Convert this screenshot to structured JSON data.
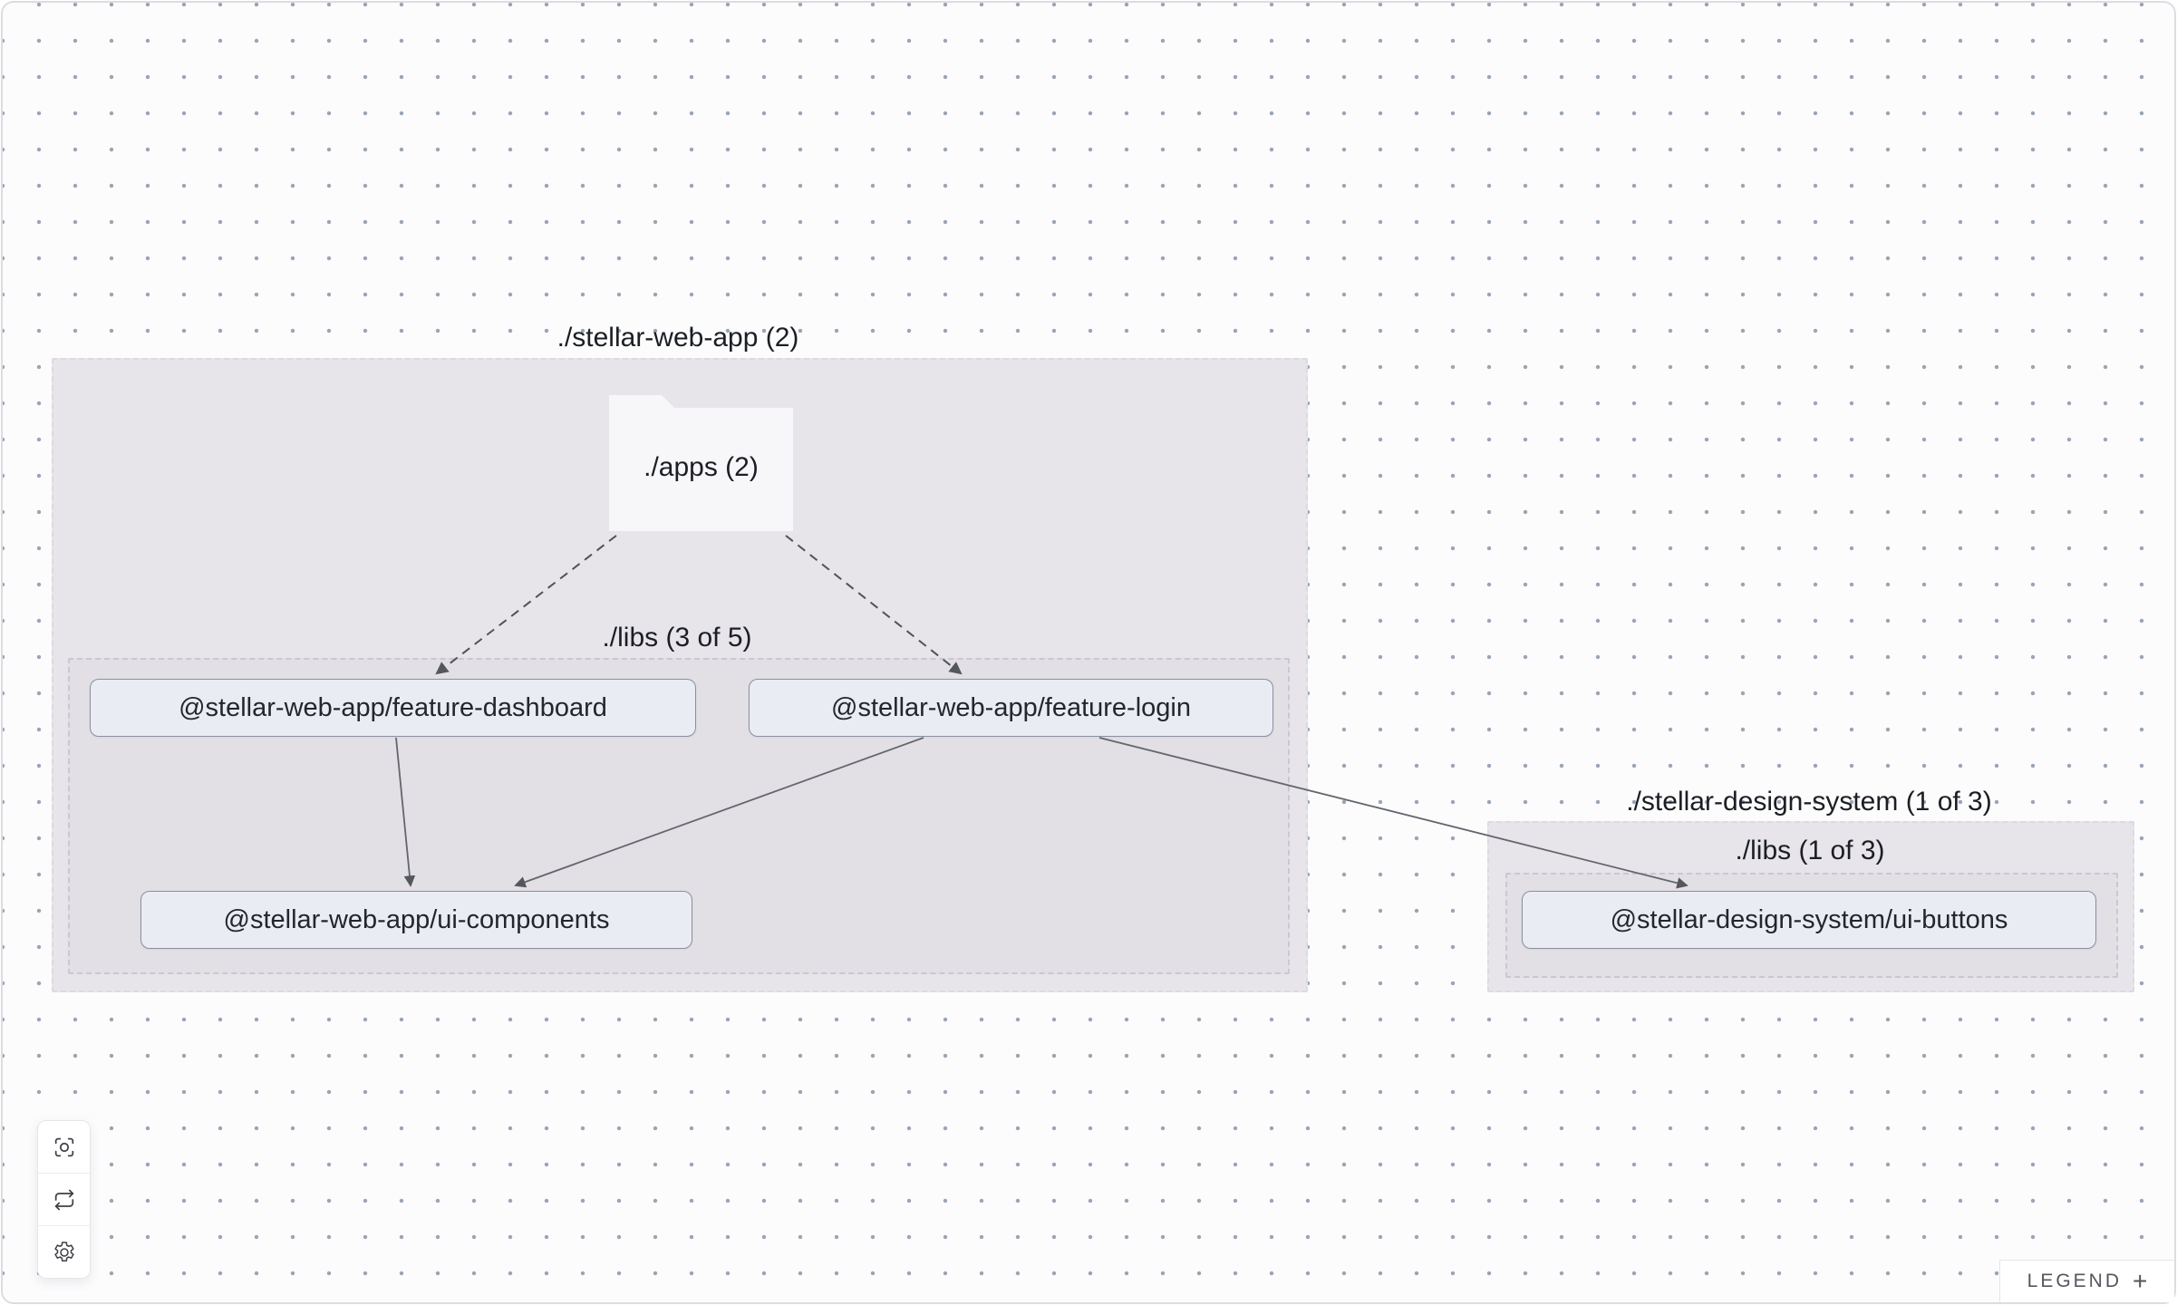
{
  "graph": {
    "groups": {
      "stellar_web_app": {
        "label": "./stellar-web-app (2)"
      },
      "libs_left": {
        "label": "./libs (3 of 5)"
      },
      "stellar_design_system": {
        "label": "./stellar-design-system (1 of 3)"
      },
      "libs_right": {
        "label": "./libs (1 of 3)"
      }
    },
    "folder_apps": {
      "label": "./apps (2)"
    },
    "nodes": {
      "feature_dashboard": {
        "label": "@stellar-web-app/feature-dashboard"
      },
      "feature_login": {
        "label": "@stellar-web-app/feature-login"
      },
      "ui_components": {
        "label": "@stellar-web-app/ui-components"
      },
      "ui_buttons": {
        "label": "@stellar-design-system/ui-buttons"
      }
    },
    "edges": [
      {
        "from": "./apps",
        "to": "@stellar-web-app/feature-dashboard",
        "style": "dashed"
      },
      {
        "from": "./apps",
        "to": "@stellar-web-app/feature-login",
        "style": "dashed"
      },
      {
        "from": "@stellar-web-app/feature-dashboard",
        "to": "@stellar-web-app/ui-components",
        "style": "solid"
      },
      {
        "from": "@stellar-web-app/feature-login",
        "to": "@stellar-web-app/ui-components",
        "style": "solid"
      },
      {
        "from": "@stellar-web-app/feature-login",
        "to": "@stellar-design-system/ui-buttons",
        "style": "solid"
      }
    ]
  },
  "controls": {
    "icons": [
      "focus-crosshair-icon",
      "refresh-icon",
      "gear-icon"
    ]
  },
  "legend": {
    "label": "LEGEND",
    "expand": "+"
  },
  "colors": {
    "canvas_bg": "#fcfcfd",
    "dot": "#9aa5b5",
    "group_fill": "#e7e5ea",
    "group_border_dashed": "#cbc7d2",
    "node_fill": "#eaecf4",
    "node_border": "#8a90a0",
    "node_text": "#23262d",
    "edge": "#5a5d63"
  }
}
